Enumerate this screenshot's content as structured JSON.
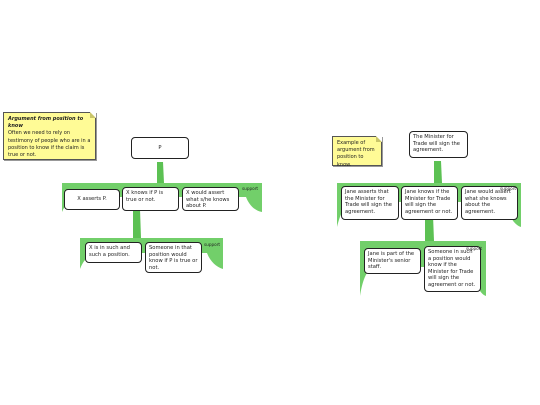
{
  "colors": {
    "support_green": "#72cf6a",
    "support_band": "#5cc153",
    "note_yellow": "#fffb96",
    "node_border": "#222222"
  },
  "left": {
    "note": {
      "title": "Argument from position to know",
      "body": "Often we need to rely on testimony of people who are in a position to know if the claim is true or not."
    },
    "claim": "P",
    "premises": [
      "X asserts P.",
      "X knows if P is true or not.",
      "X would assert what s/he knows about P."
    ],
    "sub_premises": [
      "X is in such and such a position.",
      "Someone in that position would know if P is true or not."
    ],
    "support_label_1": "support",
    "support_label_2": "support"
  },
  "right": {
    "note": {
      "text": "Example of argument from position to know."
    },
    "claim": "The Minister for Trade will sign the agreement.",
    "premises": [
      "Jane asserts that the Minister for Trade will sign the agreement.",
      "Jane knows if the Minister for Trade will sign the agreement or not.",
      "Jane would assert what she knows about the agreement."
    ],
    "sub_premises": [
      "Jane is part of the Minister's senior staff.",
      "Someone in such a position would know if the Minister for Trade will sign the agreement or not."
    ],
    "support_label_1": "support",
    "support_label_2": "support"
  }
}
